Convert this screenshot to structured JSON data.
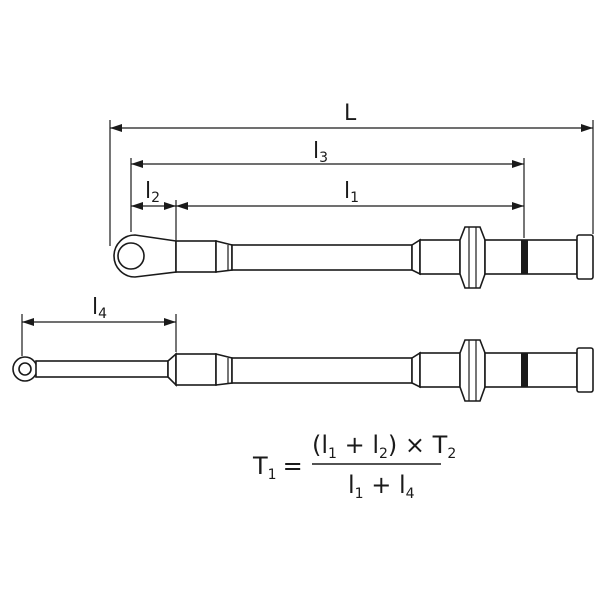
{
  "dimensions": {
    "L": {
      "main": "L",
      "sub": ""
    },
    "l1": {
      "main": "l",
      "sub": "1"
    },
    "l2": {
      "main": "l",
      "sub": "2"
    },
    "l3": {
      "main": "l",
      "sub": "3"
    },
    "l4": {
      "main": "l",
      "sub": "4"
    }
  },
  "formula": {
    "lhs_main": "T",
    "lhs_sub": "1",
    "equals": "=",
    "num_open": "(l",
    "num_sub1": "1",
    "num_plus": " + l",
    "num_sub2": "2",
    "num_close": ") × T",
    "num_sub3": "2",
    "den_l": "l",
    "den_sub1": "1",
    "den_plus": " + l",
    "den_sub2": "4"
  },
  "colors": {
    "line": "#1a1a1a",
    "background": "#ffffff"
  }
}
